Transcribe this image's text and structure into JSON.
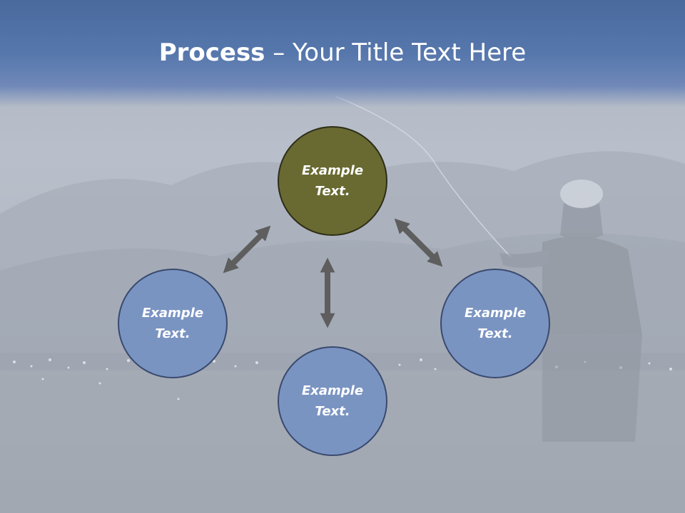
{
  "title": {
    "bold": "Process",
    "rest": " – Your Title Text Here"
  },
  "nodes": {
    "top": "Example\nText.",
    "left": "Example\nText.",
    "right": "Example\nText.",
    "bottom": "Example\nText."
  },
  "colors": {
    "header": "#5677ac",
    "node_primary": "#696a32",
    "node_secondary": "#7a94c2",
    "arrow": "#5e5e5e"
  }
}
